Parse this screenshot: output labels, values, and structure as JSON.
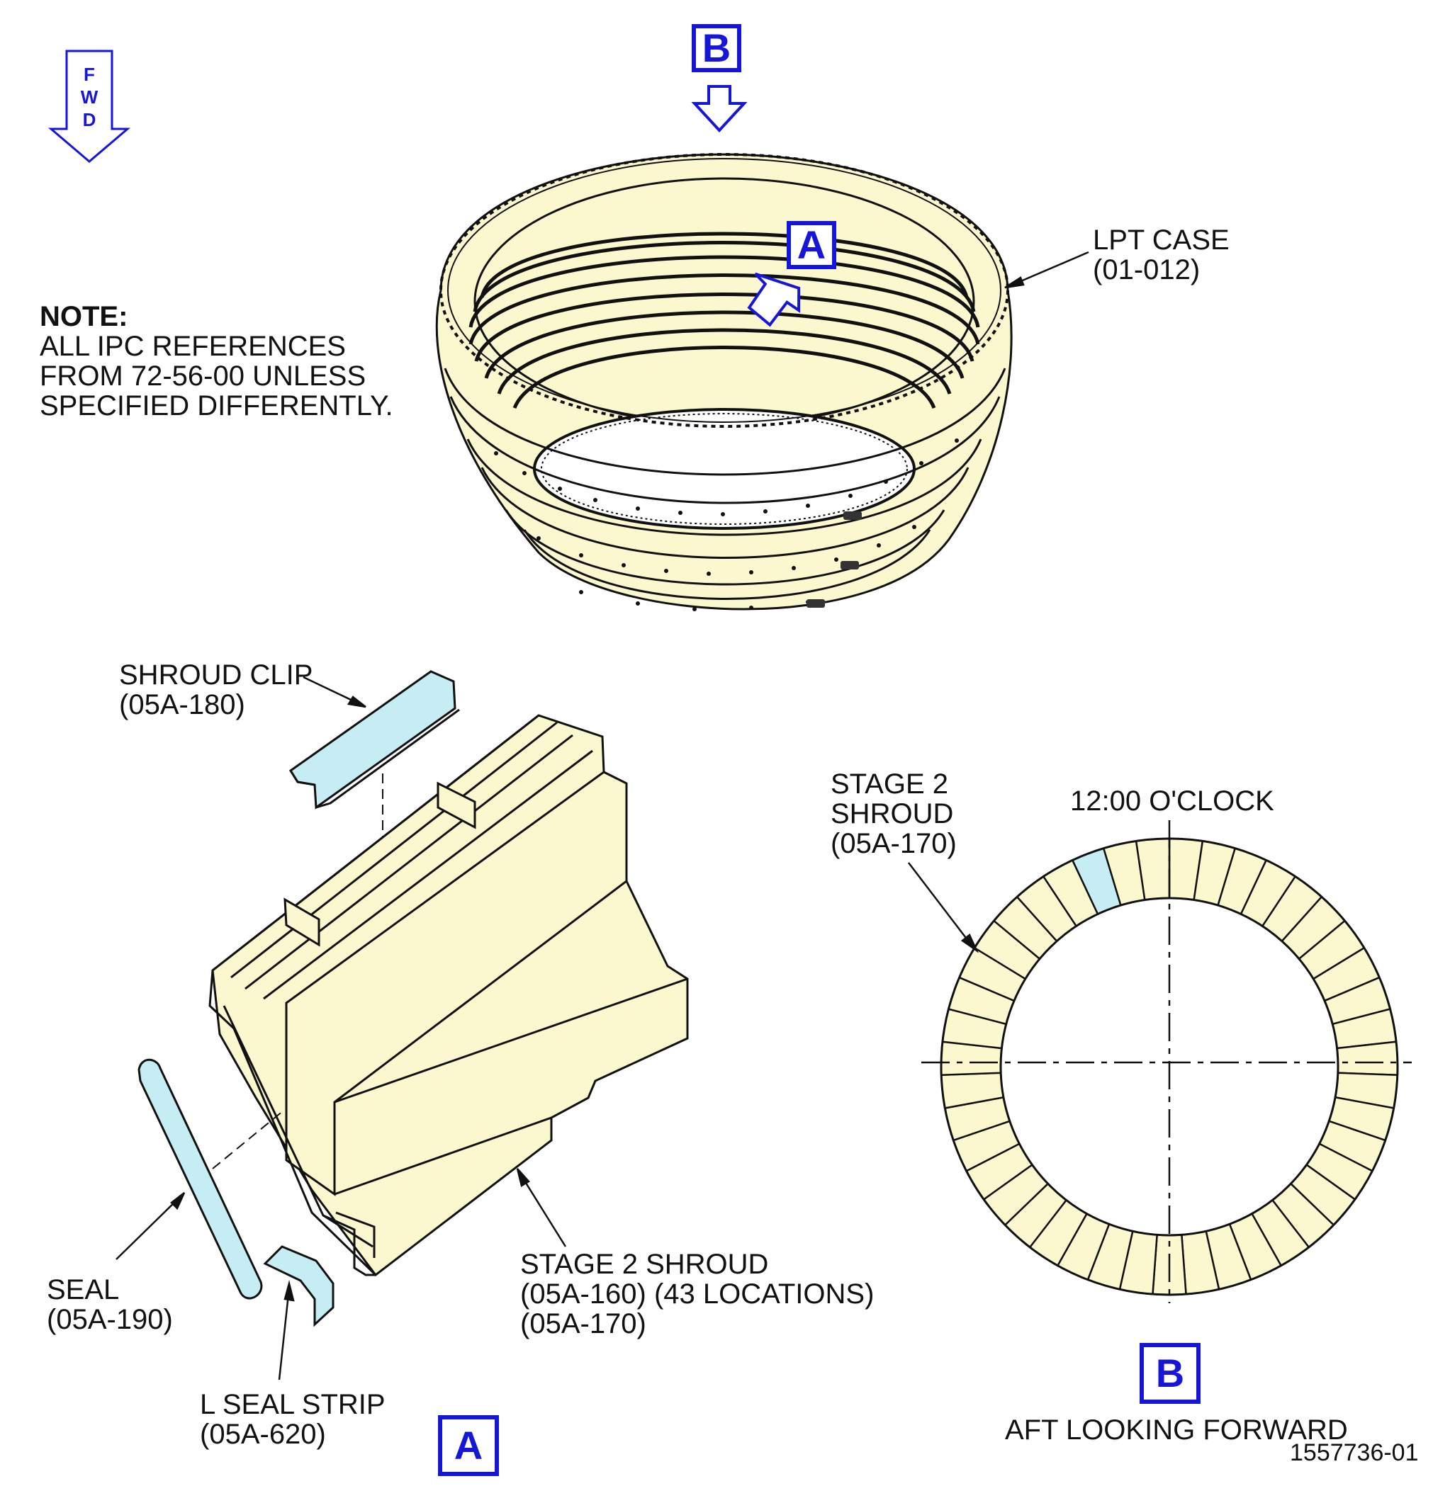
{
  "fwd_indicator": {
    "letters": [
      "F",
      "W",
      "D"
    ]
  },
  "note": {
    "heading": "NOTE:",
    "lines": [
      "ALL IPC REFERENCES",
      "FROM 72-56-00 UNLESS",
      "SPECIFIED DIFFERENTLY."
    ]
  },
  "view_markers": {
    "b_top": "B",
    "a_on_case": "A",
    "a_bottom": "A",
    "b_bottom": "B"
  },
  "callouts": {
    "lpt_case": [
      "LPT CASE",
      "(01-012)"
    ],
    "shroud_clip": [
      "SHROUD CLIP",
      "(05A-180)"
    ],
    "seal": [
      "SEAL",
      "(05A-190)"
    ],
    "l_seal_strip": [
      "L SEAL STRIP",
      "(05A-620)"
    ],
    "stage2_shroud_detail": [
      "STAGE 2 SHROUD",
      "(05A-160) (43 LOCATIONS)",
      "(05A-170)"
    ],
    "stage2_shroud_ring": [
      "STAGE 2",
      "SHROUD",
      "(05A-170)"
    ]
  },
  "ring_view": {
    "clock_label": "12:00 O'CLOCK",
    "caption": "AFT LOOKING FORWARD",
    "segment_count": 43,
    "highlighted_segment": 40
  },
  "figure_id": "1557736-01",
  "colors": {
    "part_fill": "#fbf7cf",
    "highlight_fill": "#c6ecf4",
    "reference_blue": "#1616d8",
    "line": "#111111"
  }
}
